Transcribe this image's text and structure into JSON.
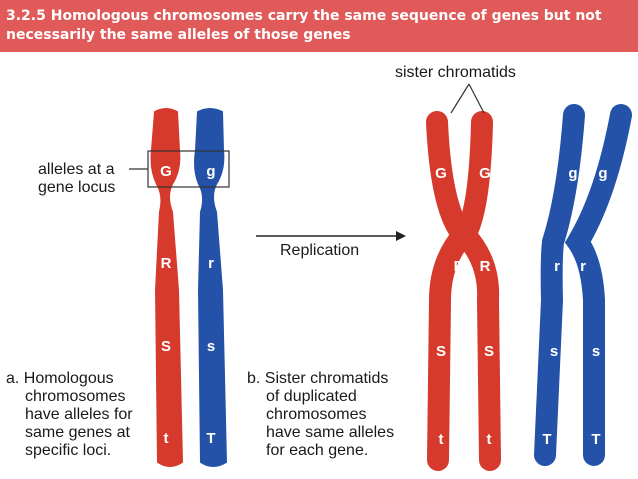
{
  "header": {
    "title": "3.2.5 Homologous chromosomes carry the same sequence of genes but not necessarily the same alleles of those genes",
    "background_color": "#e05a5a"
  },
  "diagram": {
    "colors": {
      "red_chromosome": "#d63a2c",
      "blue_chromosome": "#2452a8"
    },
    "labels": {
      "alleles_at_locus": [
        "alleles at a",
        "gene locus"
      ],
      "sister_chromatids": "sister chromatids",
      "replication": "Replication"
    },
    "homologous_pair": {
      "red_alleles": [
        "G",
        "R",
        "S",
        "t"
      ],
      "blue_alleles": [
        "g",
        "r",
        "s",
        "T"
      ]
    },
    "duplicated_pair": {
      "red_alleles": [
        "G",
        "G",
        "R",
        "R",
        "S",
        "S",
        "t",
        "t"
      ],
      "blue_alleles": [
        "g",
        "g",
        "r",
        "r",
        "s",
        "s",
        "T",
        "T"
      ]
    },
    "captions": {
      "a": [
        "a. Homologous",
        "chromosomes",
        "have alleles for",
        "same genes at",
        "specific loci."
      ],
      "b": [
        "b. Sister chromatids",
        "of duplicated",
        "chromosomes",
        "have same alleles",
        "for each gene."
      ]
    }
  }
}
